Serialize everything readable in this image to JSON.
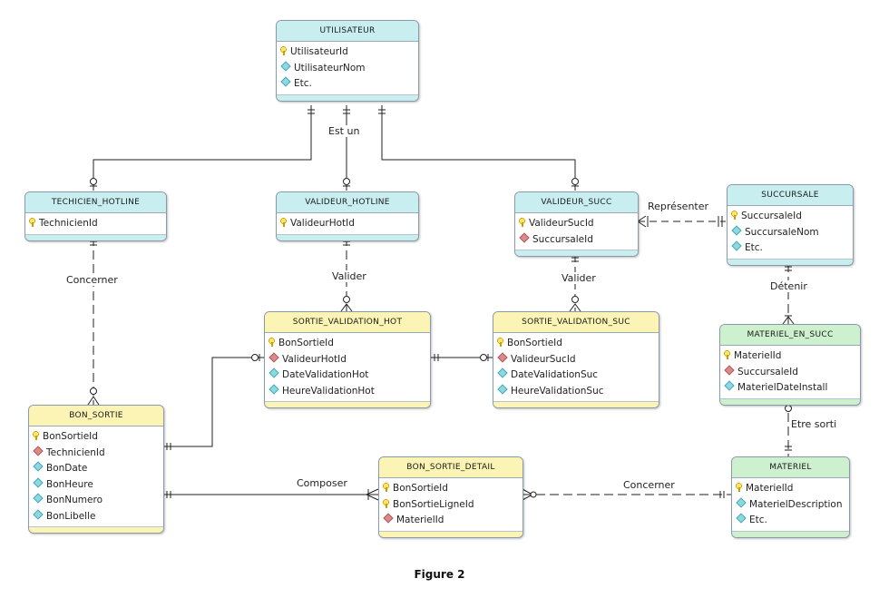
{
  "entities": {
    "utilisateur": {
      "title": "UTILISATEUR",
      "color": "cyan",
      "attrs": [
        {
          "icon": "key-icon",
          "name": "UtilisateurId"
        },
        {
          "icon": "diamond-attr-icon",
          "name": "UtilisateurNom"
        },
        {
          "icon": "diamond-attr-icon",
          "name": "Etc."
        }
      ]
    },
    "techicien_hotline": {
      "title": "TECHICIEN_HOTLINE",
      "color": "cyan",
      "attrs": [
        {
          "icon": "key-icon",
          "name": "TechnicienId"
        }
      ]
    },
    "valideur_hotline": {
      "title": "VALIDEUR_HOTLINE",
      "color": "cyan",
      "attrs": [
        {
          "icon": "key-icon",
          "name": "ValideurHotId"
        }
      ]
    },
    "valideur_succ": {
      "title": "VALIDEUR_SUCC",
      "color": "cyan",
      "attrs": [
        {
          "icon": "key-icon",
          "name": "ValideurSucId"
        },
        {
          "icon": "diamond-fk-icon",
          "name": "SuccursaleId"
        }
      ]
    },
    "succursale": {
      "title": "SUCCURSALE",
      "color": "cyan",
      "attrs": [
        {
          "icon": "key-icon",
          "name": "SuccursaleId"
        },
        {
          "icon": "diamond-attr-icon",
          "name": "SuccursaleNom"
        },
        {
          "icon": "diamond-attr-icon",
          "name": "Etc."
        }
      ]
    },
    "sortie_validation_hot": {
      "title": "SORTIE_VALIDATION_HOT",
      "color": "yellow",
      "attrs": [
        {
          "icon": "key-icon",
          "name": "BonSortieId"
        },
        {
          "icon": "diamond-fk-icon",
          "name": "ValideurHotId"
        },
        {
          "icon": "diamond-attr-icon",
          "name": "DateValidationHot"
        },
        {
          "icon": "diamond-attr-icon",
          "name": "HeureValidationHot"
        }
      ]
    },
    "sortie_validation_suc": {
      "title": "SORTIE_VALIDATION_SUC",
      "color": "yellow",
      "attrs": [
        {
          "icon": "key-icon",
          "name": "BonSortieId"
        },
        {
          "icon": "diamond-fk-icon",
          "name": "ValideurSucId"
        },
        {
          "icon": "diamond-attr-icon",
          "name": "DateValidationSuc"
        },
        {
          "icon": "diamond-attr-icon",
          "name": "HeureValidationSuc"
        }
      ]
    },
    "materiel_en_succ": {
      "title": "MATERIEL_EN_SUCC",
      "color": "green",
      "attrs": [
        {
          "icon": "key-icon",
          "name": "MaterielId"
        },
        {
          "icon": "diamond-fk-icon",
          "name": "SuccursaleId"
        },
        {
          "icon": "diamond-attr-icon",
          "name": "MaterielDateInstall"
        }
      ]
    },
    "bon_sortie": {
      "title": "BON_SORTIE",
      "color": "yellow",
      "attrs": [
        {
          "icon": "key-icon",
          "name": "BonSortieId"
        },
        {
          "icon": "diamond-fk-icon",
          "name": "TechnicienId"
        },
        {
          "icon": "diamond-attr-icon",
          "name": "BonDate"
        },
        {
          "icon": "diamond-attr-icon",
          "name": "BonHeure"
        },
        {
          "icon": "diamond-attr-icon",
          "name": "BonNumero"
        },
        {
          "icon": "diamond-attr-icon",
          "name": "BonLibelle"
        }
      ]
    },
    "bon_sortie_detail": {
      "title": "BON_SORTIE_DETAIL",
      "color": "yellow",
      "attrs": [
        {
          "icon": "key-icon",
          "name": "BonSortieId"
        },
        {
          "icon": "key-icon",
          "name": "BonSortieLigneId"
        },
        {
          "icon": "diamond-fk-icon",
          "name": "MaterielId"
        }
      ]
    },
    "materiel": {
      "title": "MATERIEL",
      "color": "green",
      "attrs": [
        {
          "icon": "key-icon",
          "name": "MaterielId"
        },
        {
          "icon": "diamond-attr-icon",
          "name": "MaterielDescription"
        },
        {
          "icon": "diamond-attr-icon",
          "name": "Etc."
        }
      ]
    }
  },
  "relationships": {
    "est_un": "Est un",
    "concerner_technicien": "Concerner",
    "valider_hot": "Valider",
    "valider_suc": "Valider",
    "representer": "Représenter",
    "detenir": "Détenir",
    "etre_sorti": "Etre sorti",
    "composer": "Composer",
    "concerner_materiel": "Concerner"
  },
  "caption": "Figure 2"
}
